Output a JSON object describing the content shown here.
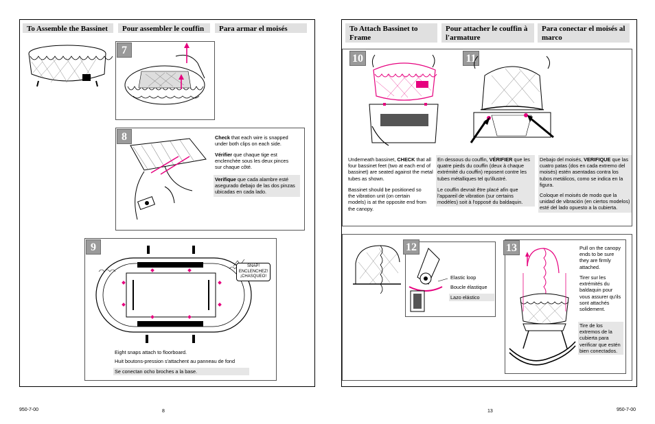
{
  "colors": {
    "accent": "#e6007e",
    "header_bg": "#e0e0e0",
    "step_badge": "#9a9a9a"
  },
  "left_page": {
    "headers": [
      "To Assemble the Bassinet",
      "Pour assembler le couffin",
      "Para armar el moisés"
    ],
    "steps": {
      "s7": "7",
      "s8": "8",
      "s9": "9"
    },
    "step8": {
      "en_bold": "Check",
      "en_rest": " that each wire is snapped under both clips on each side.",
      "fr_bold": "Vérifier",
      "fr_rest": " que chaque tige est enclenchée sous les deux pinces sur chaque côté.",
      "es_bold": "Verifique",
      "es_rest": " que cada alambre esté asegurado debajo de las dos pinzas ubicadas en cada lado."
    },
    "step9": {
      "snap_label": "SNAP! ENCLENCHEZ! ¡CHASQUEO!",
      "en": "Eight snaps attach to floorboard.",
      "fr": "Huit boutons-pression s'attachent au panneau de fond",
      "es": "Se conectan ocho broches a la base."
    },
    "footer_code": "950-7-00",
    "page_number": "8"
  },
  "right_page": {
    "headers": [
      "To Attach Bassinet to Frame",
      "Pour attacher le couffin à l'armature",
      "Para conectar el moisés al marco"
    ],
    "steps": {
      "s10": "10",
      "s11": "11",
      "s12": "12",
      "s13": "13"
    },
    "attach_text": {
      "en_p1_a": "Underneath bassinet, ",
      "en_p1_bold": "CHECK",
      "en_p1_b": " that all four bassinet feet (two at each end of bassinet) are seated against the metal tubes as shown.",
      "en_p2": "Bassinet should be positioned so the vibration unit (on certain models) is at the opposite end from the canopy.",
      "fr_p1_a": "En dessous du couffin, ",
      "fr_p1_bold": "VÉRIFIER",
      "fr_p1_b": " que les quatre pieds du couffin (deux à chaque extrémité du couffin) reposent contre les tubes métalliques tel qu'illustré.",
      "fr_p2": "Le couffin devrait être placé afin que l'appareil de vibration (sur certains modèles) soit à l'opposé du baldaquin.",
      "es_p1_a": "Debajo del moisés, ",
      "es_p1_bold": "VERIFIQUE",
      "es_p1_b": " que las cuatro patas (dos en cada extremo del moisés) estén asentadas contra los tubos metálicos, como se indica en la figura.",
      "es_p2": "Coloque el moisés de modo que la unidad de vibración (en ciertos modelos) esté del lado opuesto a la cubierta."
    },
    "step12": {
      "en": "Elastic loop",
      "fr": "Boucle élastique",
      "es": "Lazo elástico"
    },
    "step13": {
      "en": "Pull on the canopy ends to be sure they are firmly attached.",
      "fr": "Tirer sur les extrémités du baldaquin pour vous assurer qu'ils sont attachés solidement.",
      "es": "Tire de los extremos de la cubierta para verificar que estén bien conectados."
    },
    "page_number": "13",
    "footer_code": "950-7-00"
  }
}
